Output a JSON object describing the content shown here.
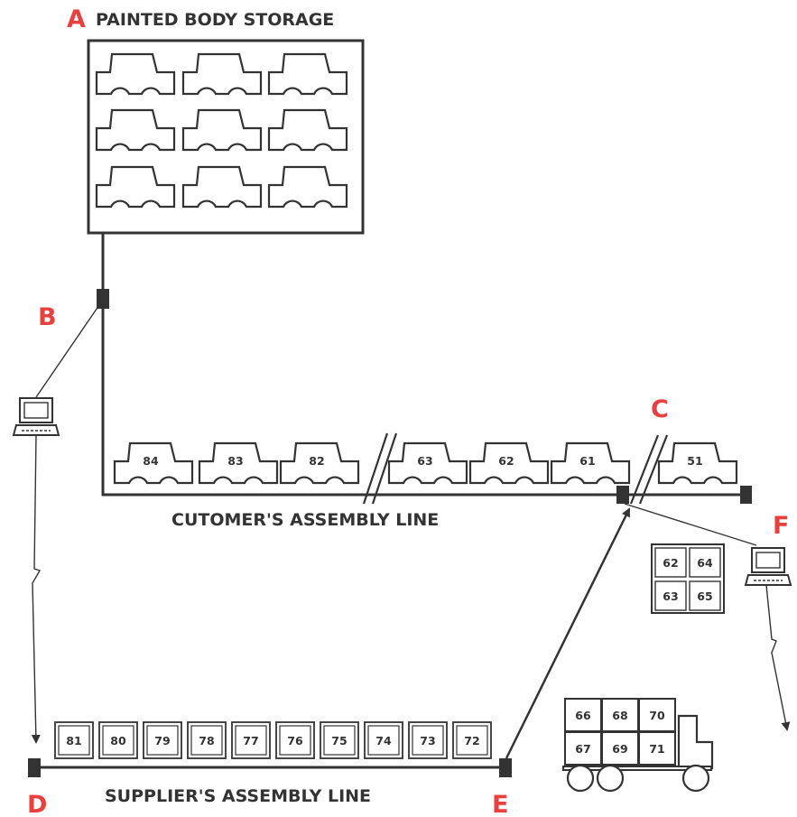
{
  "labels": {
    "A": "A",
    "B": "B",
    "C": "C",
    "D": "D",
    "E": "E",
    "F": "F"
  },
  "captions": {
    "storage": "PAINTED BODY STORAGE",
    "customer_line": "CUTOMER'S ASSEMBLY LINE",
    "supplier_line": "SUPPLIER'S ASSEMBLY LINE"
  },
  "customer_line_cars": [
    "84",
    "83",
    "82",
    "63",
    "62",
    "61",
    "51"
  ],
  "supplier_line_boxes": [
    "81",
    "80",
    "79",
    "78",
    "77",
    "76",
    "75",
    "74",
    "73",
    "72"
  ],
  "grid_boxes": [
    "62",
    "64",
    "63",
    "65"
  ],
  "truck_boxes": [
    "66",
    "68",
    "70",
    "67",
    "69",
    "71"
  ],
  "colors": {
    "accent": "#e8403f",
    "ink": "#333333"
  },
  "icons": [
    "car-body-icon",
    "laptop-icon",
    "truck-icon"
  ]
}
